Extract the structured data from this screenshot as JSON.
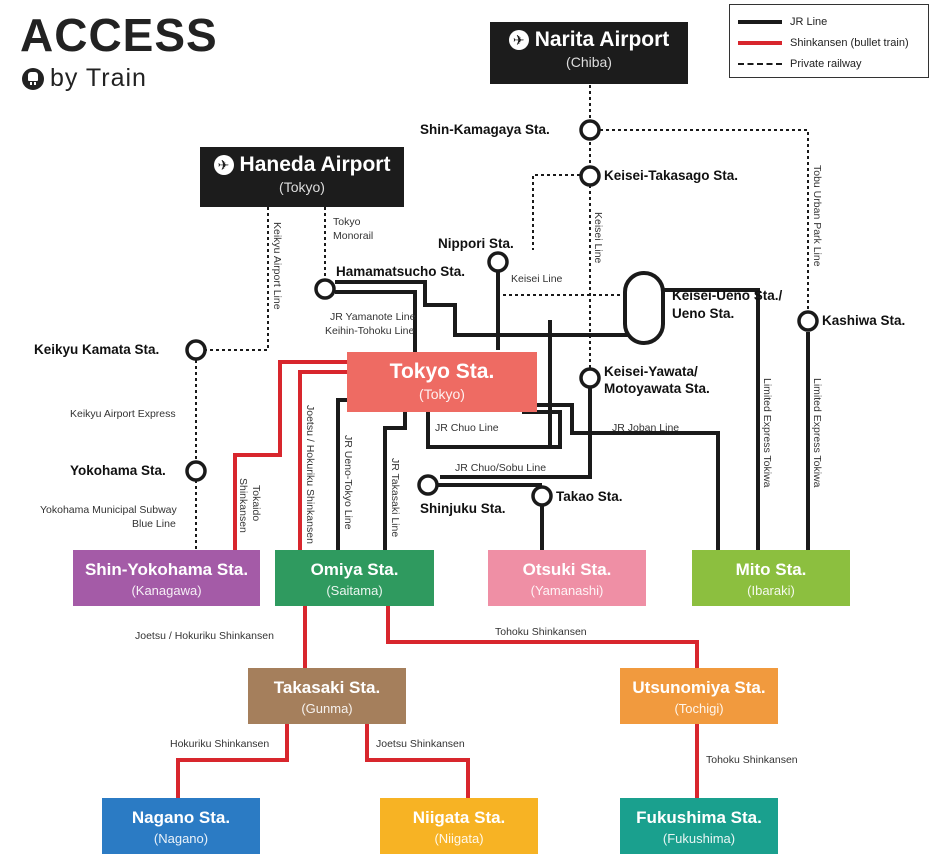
{
  "header": {
    "title": "ACCESS",
    "subtitle": "by Train"
  },
  "legend": {
    "jr": "JR Line",
    "shinkansen": "Shinkansen (bullet train)",
    "private": "Private railway"
  },
  "colors": {
    "jr": "#1a1a1a",
    "shinkansen": "#d8262d",
    "tokyo": "#ee6b63",
    "shin_yokohama": "#a45ba7",
    "omiya": "#2f9a5f",
    "otsuki": "#ef8fa5",
    "mito": "#8cbf3f",
    "takasaki": "#a57f5c",
    "utsunomiya": "#f19a3e",
    "nagano": "#2b7bc4",
    "niigata": "#f7b324",
    "fukushima": "#1aa08e"
  },
  "airports": {
    "narita": {
      "name": "Narita Airport",
      "sub": "(Chiba)"
    },
    "haneda": {
      "name": "Haneda Airport",
      "sub": "(Tokyo)"
    }
  },
  "boxes": {
    "tokyo": {
      "name": "Tokyo Sta.",
      "sub": "(Tokyo)"
    },
    "shin_yokohama": {
      "name": "Shin-Yokohama Sta.",
      "sub": "(Kanagawa)"
    },
    "omiya": {
      "name": "Omiya Sta.",
      "sub": "(Saitama)"
    },
    "otsuki": {
      "name": "Otsuki Sta.",
      "sub": "(Yamanashi)"
    },
    "mito": {
      "name": "Mito Sta.",
      "sub": "(Ibaraki)"
    },
    "takasaki": {
      "name": "Takasaki Sta.",
      "sub": "(Gunma)"
    },
    "utsunomiya": {
      "name": "Utsunomiya Sta.",
      "sub": "(Tochigi)"
    },
    "nagano": {
      "name": "Nagano Sta.",
      "sub": "(Nagano)"
    },
    "niigata": {
      "name": "Niigata Sta.",
      "sub": "(Niigata)"
    },
    "fukushima": {
      "name": "Fukushima Sta.",
      "sub": "(Fukushima)"
    }
  },
  "stations": {
    "shin_kamagaya": "Shin-Kamagaya Sta.",
    "keisei_takasago": "Keisei-Takasago Sta.",
    "nippori": "Nippori Sta.",
    "hamamatsucho": "Hamamatsucho Sta.",
    "keisei_ueno_1": "Keisei-Ueno Sta./",
    "keisei_ueno_2": "Ueno Sta.",
    "kashiwa": "Kashiwa Sta.",
    "keikyu_kamata": "Keikyu Kamata Sta.",
    "keisei_yawata_1": "Keisei-Yawata/",
    "keisei_yawata_2": "Motoyawata Sta.",
    "yokohama": "Yokohama Sta.",
    "shinjuku": "Shinjuku Sta.",
    "takao": "Takao Sta."
  },
  "lines": {
    "tokyo_monorail_1": "Tokyo",
    "tokyo_monorail_2": "Monorail",
    "keikyu_airport_line": "Keikyu Airport Line",
    "keisei_line_v": "Keisei Line",
    "keisei_line_h": "Keisei Line",
    "tobu_urban_park": "Tobu Urban Park Line",
    "jr_yamanote_1": "JR Yamanote Line",
    "jr_yamanote_2": "Keihin-Tohoku Line",
    "keikyu_airport_express": "Keikyu Airport Express",
    "yokohama_subway_1": "Yokohama Municipal Subway",
    "yokohama_subway_2": "Blue Line",
    "tokaido_1": "Tokaido",
    "tokaido_2": "Shinkansen",
    "joetsu_hokuriku_v": "Joetsu / Hokuriku Shinkansen",
    "jr_ueno_tokyo": "JR Ueno-Tokyo Line",
    "jr_takasaki": "JR Takasaki Line",
    "jr_chuo": "JR Chuo Line",
    "jr_joban": "JR Joban Line",
    "jr_chuo_sobu": "JR Chuo/Sobu Line",
    "ltd_express_tokiwa_1": "Limited Express Tokiwa",
    "ltd_express_tokiwa_2": "Limited Express Tokiwa",
    "joetsu_hokuriku_h": "Joetsu / Hokuriku Shinkansen",
    "tohoku_1": "Tohoku Shinkansen",
    "hokuriku": "Hokuriku Shinkansen",
    "joetsu": "Joetsu Shinkansen",
    "tohoku_2": "Tohoku Shinkansen"
  }
}
